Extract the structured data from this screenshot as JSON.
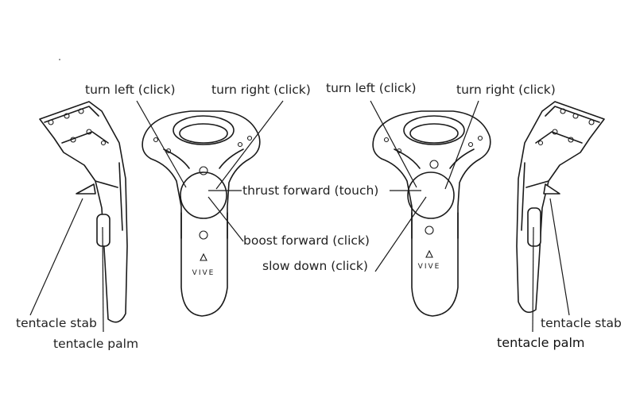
{
  "labels": {
    "left_turn_left": "turn left (click)",
    "left_turn_right": "turn right (click)",
    "right_turn_left": "turn left (click)",
    "right_turn_right": "turn right (click)",
    "thrust_forward": "thrust forward (touch)",
    "boost_forward": "boost forward (click)",
    "slow_down": "slow down (click)",
    "left_tentacle_stab": "tentacle stab",
    "left_tentacle_palm": "tentacle palm",
    "right_tentacle_stab": "tentacle stab",
    "right_tentacle_palm": "tentacle palm"
  },
  "brand": {
    "left_controller_logo": "VIVE",
    "right_controller_logo": "VIVE"
  },
  "colors": {
    "line": "#1a1a1a",
    "text": "#222222",
    "background": "#ffffff"
  }
}
